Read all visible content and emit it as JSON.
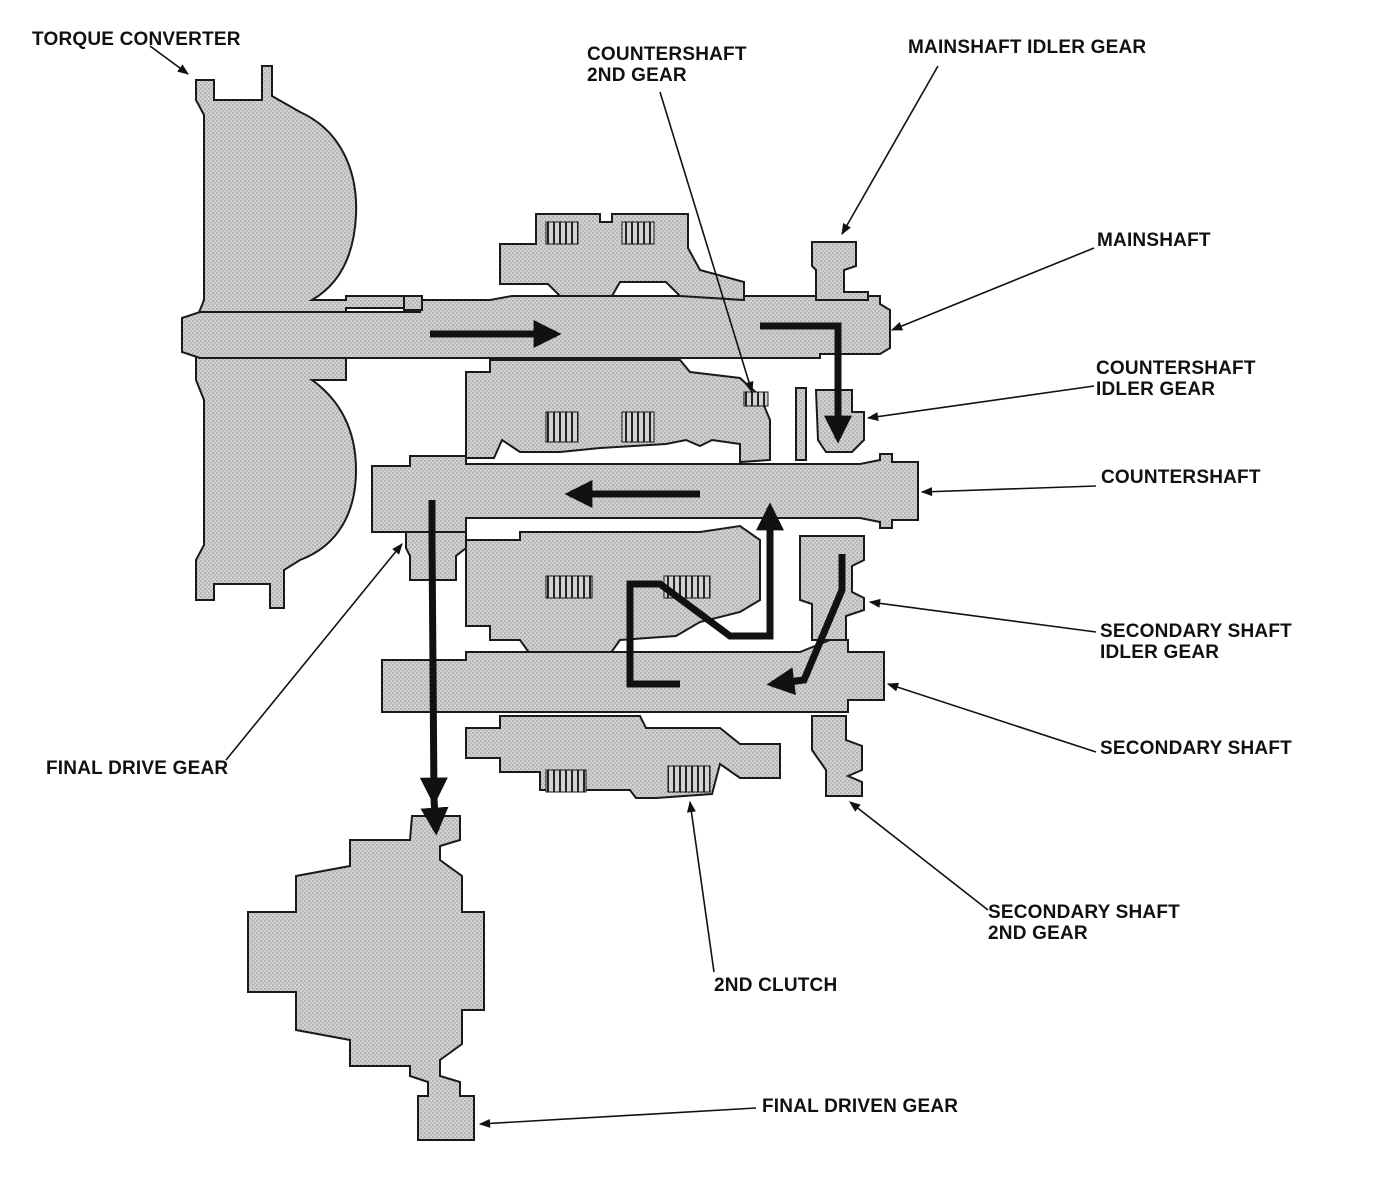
{
  "labels": {
    "torque_converter": "TORQUE CONVERTER",
    "countershaft_2nd_gear": "COUNTERSHAFT\n2ND GEAR",
    "mainshaft_idler_gear": "MAINSHAFT IDLER GEAR",
    "mainshaft": "MAINSHAFT",
    "countershaft_idler_gear": "COUNTERSHAFT\nIDLER GEAR",
    "countershaft": "COUNTERSHAFT",
    "secondary_shaft_idler_gear": "SECONDARY SHAFT\nIDLER GEAR",
    "secondary_shaft": "SECONDARY SHAFT",
    "final_drive_gear": "FINAL DRIVE GEAR",
    "secondary_shaft_2nd_gear": "SECONDARY SHAFT\n2ND GEAR",
    "second_clutch": "2ND CLUTCH",
    "final_driven_gear": "FINAL DRIVEN GEAR"
  },
  "colors": {
    "part_fill": "#c9c9c9",
    "outline": "#1a1a1a",
    "power_flow": "#111111",
    "background": "#ffffff"
  }
}
